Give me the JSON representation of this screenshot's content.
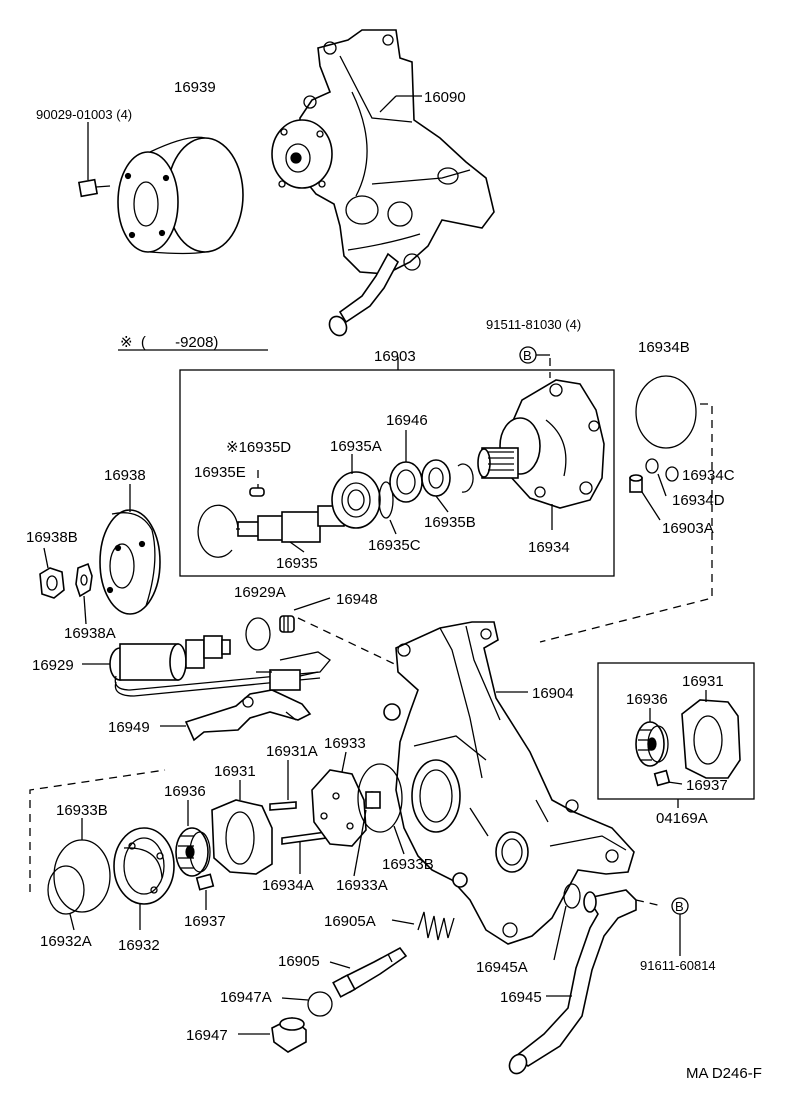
{
  "labels": {
    "p16939": "16939",
    "p16090": "16090",
    "bolt1": "90029-01003 (4)",
    "note": "※  (       -9208)",
    "bolt2": "91511-81030 (4)",
    "circB1": "B",
    "circB2": "B",
    "p16903": "16903",
    "p16934B": "16934B",
    "p16946": "16946",
    "p16935D": "※16935D",
    "p16935A": "16935A",
    "p16938": "16938",
    "p16935E": "16935E",
    "p16934C": "16934C",
    "p16934D": "16934D",
    "p16935B": "16935B",
    "p16938B": "16938B",
    "p16903A": "16903A",
    "p16935C": "16935C",
    "p16934": "16934",
    "p16935": "16935",
    "p16929A": "16929A",
    "p16948": "16948",
    "p16938A": "16938A",
    "p16929": "16929",
    "p16904": "16904",
    "p16931r": "16931",
    "p16936r": "16936",
    "p16949": "16949",
    "p16931A": "16931A",
    "p16933": "16933",
    "p16937r": "16937",
    "p16931": "16931",
    "p16936": "16936",
    "p04169A": "04169A",
    "p16933B1": "16933B",
    "p16933B2": "16933B",
    "p16934A": "16934A",
    "p16933A": "16933A",
    "p16937": "16937",
    "p16905A": "16905A",
    "p16932A": "16932A",
    "p16932": "16932",
    "p16905": "16905",
    "p16945A": "16945A",
    "bolt3": "91611-60814",
    "p16947A": "16947A",
    "p16945": "16945",
    "p16947": "16947",
    "code": "MA D246-F"
  }
}
